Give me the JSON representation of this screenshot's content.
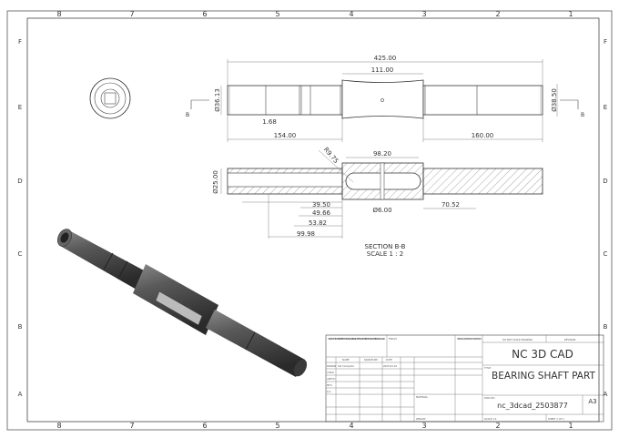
{
  "sheet": {
    "column_labels": [
      "8",
      "7",
      "6",
      "5",
      "4",
      "3",
      "2",
      "1"
    ],
    "row_labels": [
      "F",
      "E",
      "D",
      "C",
      "B",
      "A"
    ]
  },
  "front_view": {
    "overall_length": "425.00",
    "center_length": "111.00",
    "left_diameter": "Ø36.13",
    "right_diameter": "Ø38.50",
    "groove_width": "1.68",
    "left_length": "154.00",
    "right_length": "160.00",
    "section_mark": "B"
  },
  "section_view": {
    "slot_length": "98.20",
    "radius": "R9.75",
    "bore_diameter": "Ø25.00",
    "hole_diameter": "Ø6.00",
    "dim_1": "39.50",
    "dim_2": "49.66",
    "dim_3": "53.82",
    "dim_4": "99.98",
    "dim_5": "70.52",
    "title": "SECTION B-B",
    "scale": "SCALE 1 : 2"
  },
  "title_block": {
    "notes": "UNLESS OTHERWISE SPECIFIED: DIMENSIONS ARE IN MILLIMETERS SURFACE FINISH: TOLERANCES: LINEAR: ANGULAR:",
    "finish_label": "FINISH:",
    "deburr": "DEBURR AND BREAK SHARP EDGES",
    "do_not_scale": "DO NOT SCALE DRAWING",
    "revision_label": "REVISION",
    "company": "NC 3D CAD",
    "title_label": "TITLE:",
    "title": "BEARING SHAFT PART",
    "col_name": "NAME",
    "col_signature": "SIGNATURE",
    "col_date": "DATE",
    "rows": [
      "DRAWN",
      "CHK'D",
      "APPV'D",
      "MFG",
      "Q.A"
    ],
    "drawn_name": "Cst Computer",
    "drawn_date": "2025-03-10",
    "material_label": "MATERIAL:",
    "weight_label": "WEIGHT:",
    "dwg_no_label": "DWG NO.",
    "dwg_no": "nc_3dcad_2503877",
    "size": "A3",
    "scale": "SCALE:1:2",
    "sheet": "SHEET 1 OF 1"
  }
}
